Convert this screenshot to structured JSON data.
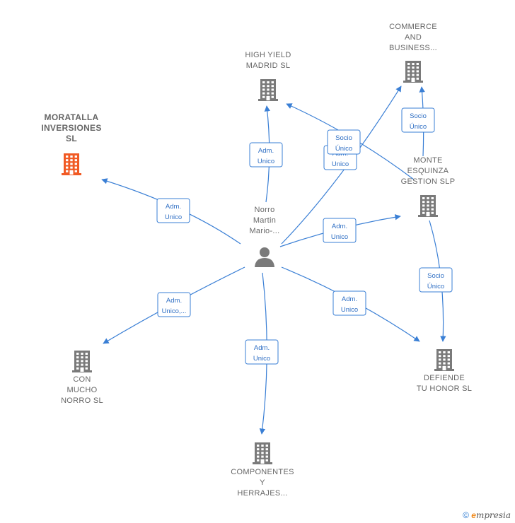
{
  "colors": {
    "edge": "#3a7fd5",
    "company": "#7a7a7a",
    "highlight": "#f15a24",
    "person": "#7a7a7a"
  },
  "nodes": [
    {
      "id": "center",
      "kind": "person",
      "label": [
        "Norro",
        "Martin",
        "Mario-..."
      ]
    },
    {
      "id": "moratalla",
      "kind": "company-highlight",
      "label": [
        "MORATALLA",
        "INVERSIONES",
        "SL"
      ]
    },
    {
      "id": "highyield",
      "kind": "company",
      "label": [
        "HIGH YIELD",
        "MADRID  SL"
      ]
    },
    {
      "id": "commerce",
      "kind": "company",
      "label": [
        "COMMERCE",
        "AND",
        "BUSINESS..."
      ]
    },
    {
      "id": "monte",
      "kind": "company",
      "label": [
        "MONTE",
        "ESQUINZA",
        "GESTION  SLP"
      ]
    },
    {
      "id": "defiende",
      "kind": "company",
      "label": [
        "DEFIENDE",
        "TU HONOR  SL"
      ]
    },
    {
      "id": "componentes",
      "kind": "company",
      "label": [
        "COMPONENTES",
        "Y",
        "HERRAJES..."
      ]
    },
    {
      "id": "conmucho",
      "kind": "company",
      "label": [
        "CON",
        "MUCHO",
        "NORRO  SL"
      ]
    }
  ],
  "edges": [
    {
      "from": "center",
      "to": "moratalla",
      "label": [
        "Adm.",
        "Unico"
      ]
    },
    {
      "from": "center",
      "to": "highyield",
      "label": [
        "Adm.",
        "Unico"
      ]
    },
    {
      "from": "center",
      "to": "commerce",
      "label": [
        "Adm.",
        "Unico"
      ]
    },
    {
      "from": "center",
      "to": "monte",
      "label": [
        "Adm.",
        "Unico"
      ]
    },
    {
      "from": "center",
      "to": "defiende",
      "label": [
        "Adm.",
        "Unico"
      ]
    },
    {
      "from": "center",
      "to": "componentes",
      "label": [
        "Adm.",
        "Unico"
      ]
    },
    {
      "from": "center",
      "to": "conmucho",
      "label": [
        "Adm.",
        "Unico,..."
      ]
    },
    {
      "from": "monte",
      "to": "highyield",
      "label": [
        "Socio",
        "Único"
      ]
    },
    {
      "from": "monte",
      "to": "commerce",
      "label": [
        "Socio",
        "Único"
      ]
    },
    {
      "from": "monte",
      "to": "defiende",
      "label": [
        "Socio",
        "Único"
      ]
    }
  ],
  "footer": {
    "copyright": "©",
    "brand_e": "e",
    "brand_rest": "mpresia"
  }
}
